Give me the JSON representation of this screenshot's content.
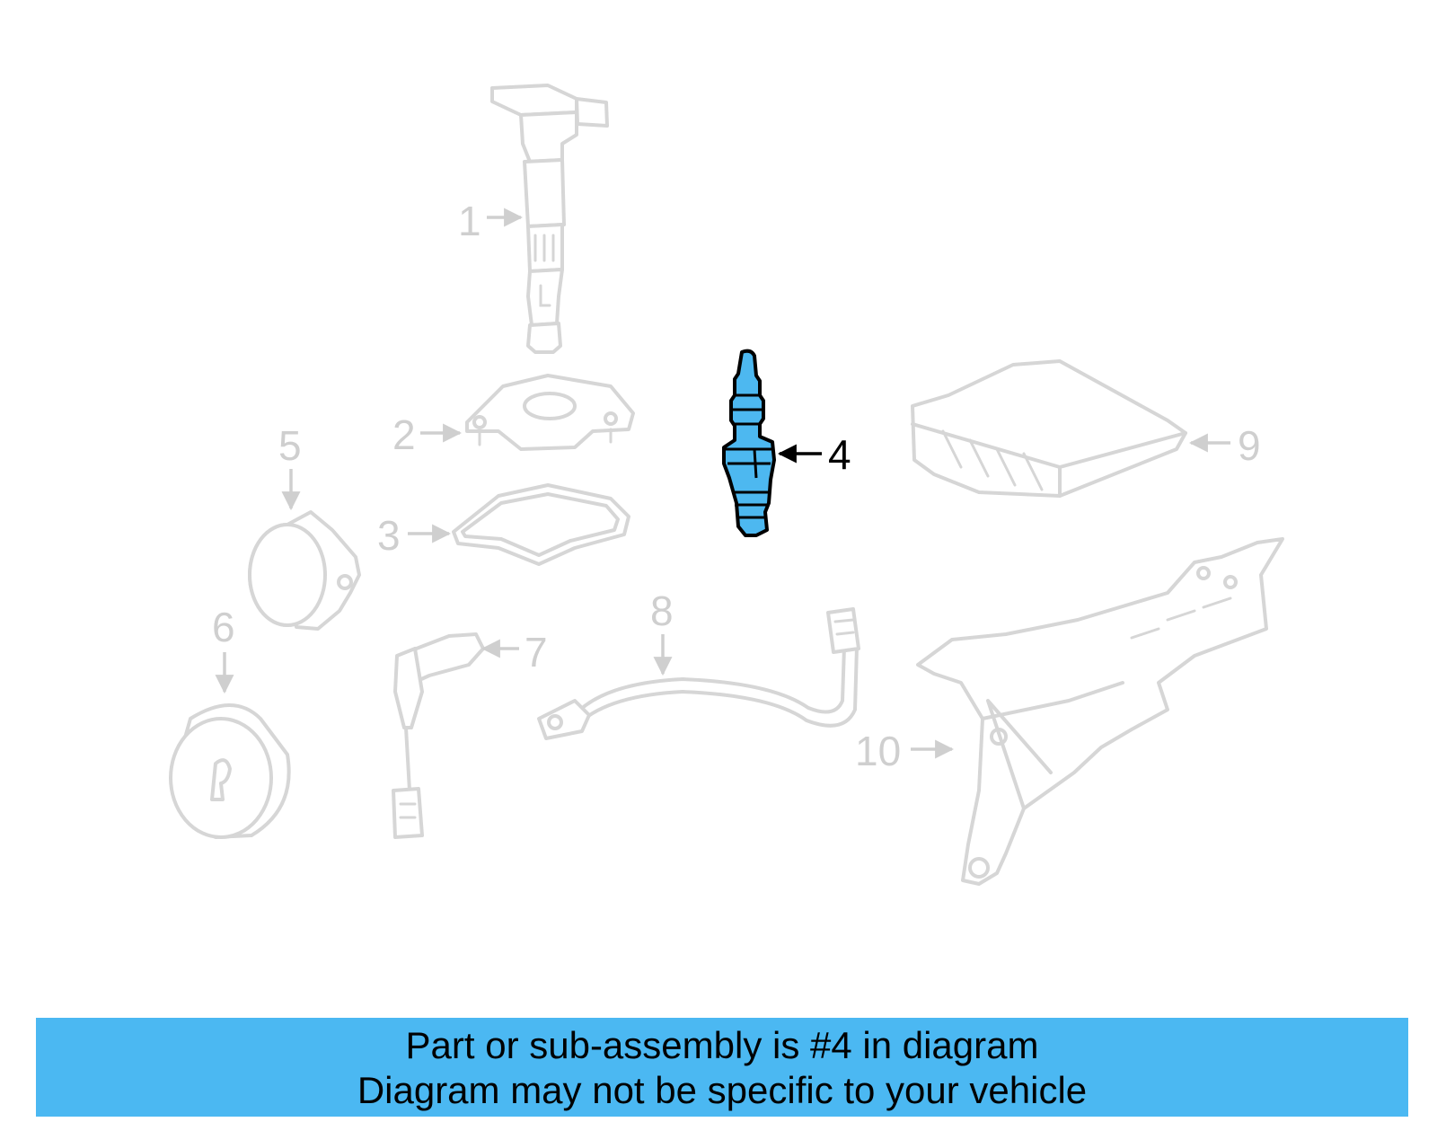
{
  "diagram": {
    "highlight_color": "#4db8f0",
    "ghost_color": "#d6d6d6",
    "callouts": [
      {
        "id": "1",
        "label": "1"
      },
      {
        "id": "2",
        "label": "2"
      },
      {
        "id": "3",
        "label": "3"
      },
      {
        "id": "4",
        "label": "4"
      },
      {
        "id": "5",
        "label": "5"
      },
      {
        "id": "6",
        "label": "6"
      },
      {
        "id": "7",
        "label": "7"
      },
      {
        "id": "8",
        "label": "8"
      },
      {
        "id": "9",
        "label": "9"
      },
      {
        "id": "10",
        "label": "10"
      }
    ],
    "parts": [
      {
        "callout": "1",
        "icon": "ignition-coil-icon"
      },
      {
        "callout": "2",
        "icon": "coil-bracket-icon"
      },
      {
        "callout": "3",
        "icon": "gasket-icon"
      },
      {
        "callout": "4",
        "icon": "spark-plug-icon",
        "highlighted": true
      },
      {
        "callout": "5",
        "icon": "sensor-icon"
      },
      {
        "callout": "6",
        "icon": "round-module-icon"
      },
      {
        "callout": "7",
        "icon": "position-sensor-icon"
      },
      {
        "callout": "8",
        "icon": "wire-harness-icon"
      },
      {
        "callout": "9",
        "icon": "control-module-icon"
      },
      {
        "callout": "10",
        "icon": "mounting-bracket-icon"
      }
    ]
  },
  "banner": {
    "line1": "Part or sub-assembly is #4 in diagram",
    "line2": "Diagram may not be specific to your vehicle",
    "background": "#4bb8f2"
  }
}
